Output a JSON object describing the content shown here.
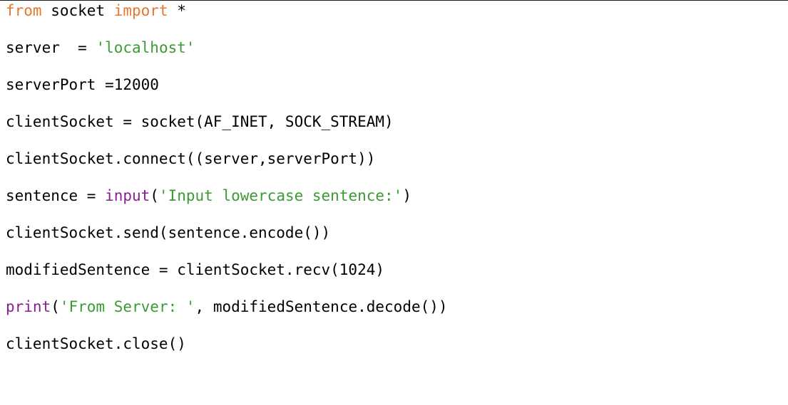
{
  "colors": {
    "keyword": "#e7772e",
    "string": "#3b9a35",
    "builtin": "#8a1d92",
    "text": "#000000",
    "background": "#ffffff"
  },
  "code": {
    "lines": [
      [
        {
          "t": "from",
          "k": "kw"
        },
        {
          "t": " socket ",
          "k": "plain"
        },
        {
          "t": "import",
          "k": "kw"
        },
        {
          "t": " *",
          "k": "plain"
        }
      ],
      [
        {
          "t": "server  = ",
          "k": "plain"
        },
        {
          "t": "'localhost'",
          "k": "str"
        }
      ],
      [
        {
          "t": "serverPort =12000",
          "k": "plain"
        }
      ],
      [
        {
          "t": "clientSocket = socket(AF_INET, SOCK_STREAM)",
          "k": "plain"
        }
      ],
      [
        {
          "t": "clientSocket.connect((server,serverPort))",
          "k": "plain"
        }
      ],
      [
        {
          "t": "sentence = ",
          "k": "plain"
        },
        {
          "t": "input",
          "k": "builtin"
        },
        {
          "t": "(",
          "k": "plain"
        },
        {
          "t": "'Input lowercase sentence:'",
          "k": "str"
        },
        {
          "t": ")",
          "k": "plain"
        }
      ],
      [
        {
          "t": "clientSocket.send(sentence.encode())",
          "k": "plain"
        }
      ],
      [
        {
          "t": "modifiedSentence = clientSocket.recv(1024)",
          "k": "plain"
        }
      ],
      [
        {
          "t": "print",
          "k": "builtin"
        },
        {
          "t": "(",
          "k": "plain"
        },
        {
          "t": "'From Server: '",
          "k": "str"
        },
        {
          "t": ", modifiedSentence.decode())",
          "k": "plain"
        }
      ],
      [
        {
          "t": "clientSocket.close()",
          "k": "plain"
        }
      ]
    ]
  }
}
